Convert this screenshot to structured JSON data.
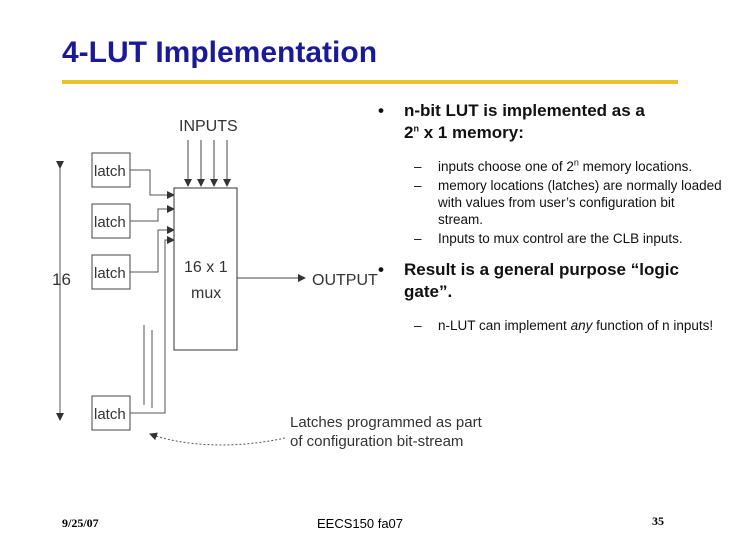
{
  "slide": {
    "title": "4-LUT Implementation"
  },
  "bullets": {
    "b1_text": "n-bit LUT is implemented as a",
    "b1_line2_pre": "2",
    "b1_line2_sup": "n",
    "b1_line2_post": " x 1 memory:",
    "b1_subs": [
      {
        "pre": "inputs choose one of 2",
        "sup": "n",
        "post": " memory locations."
      },
      {
        "text": "memory locations (latches) are normally loaded with values from user’s configuration bit stream."
      },
      {
        "text": "Inputs to mux control are the CLB inputs."
      }
    ],
    "b2_text": "Result is a general purpose “logic gate”.",
    "b2_sub_pre": "n-LUT can implement ",
    "b2_sub_em": "any",
    "b2_sub_post": " function of n inputs!",
    "bullet_glyph": "•",
    "dash_glyph": "–"
  },
  "diagram": {
    "inputs_label": "INPUTS",
    "latch_label": "latch",
    "mux_line1": "16 x 1",
    "mux_line2": "mux",
    "output_label": "OUTPUT",
    "count_label": "16",
    "note_line1": "Latches programmed as part",
    "note_line2": "of configuration bit-stream"
  },
  "footer": {
    "date": "9/25/07",
    "course": "EECS150 fa07",
    "page": "35"
  },
  "colors": {
    "title": "#1a1a99",
    "rule": "#e8c32a"
  }
}
